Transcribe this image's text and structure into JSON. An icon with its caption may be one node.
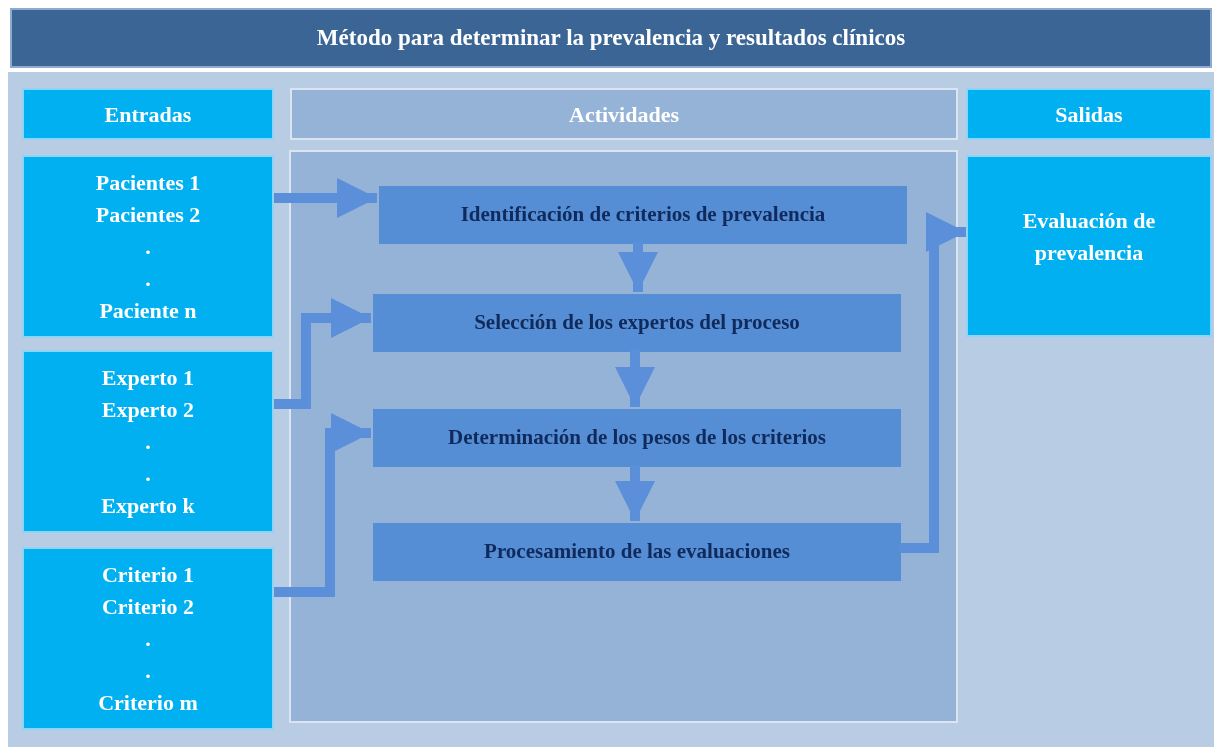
{
  "diagram": {
    "title": "Método para determinar la prevalencia y resultados clínicos",
    "nodes": [
      {
        "text": [
          "Entradas"
        ]
      },
      {
        "text": [
          "Actividades"
        ]
      },
      {
        "text": [
          "Salidas"
        ]
      },
      {
        "text": [
          "Pacientes 1",
          "Pacientes 2",
          ".",
          ".",
          "Paciente n"
        ]
      },
      {
        "text": [
          "Experto 1",
          "Experto 2",
          ".",
          ".",
          "Experto k"
        ]
      },
      {
        "text": [
          "Criterio 1",
          "Criterio 2",
          ".",
          ".",
          "Criterio m"
        ]
      },
      {
        "text": [],
        "shape": "box"
      },
      {
        "text": [
          "Identificación de criterios de prevalencia"
        ],
        "in": 6
      },
      {
        "text": [
          "Selección de los expertos del proceso"
        ],
        "in": 6
      },
      {
        "text": [
          "Determinación de los pesos de los criterios"
        ],
        "in": 6
      },
      {
        "text": [
          "Procesamiento de las evaluaciones"
        ],
        "in": 6
      },
      {
        "text": [
          "Evaluación de prevalencia"
        ]
      }
    ],
    "edges": [
      {
        "from": 3,
        "to": 7,
        "arrow": "to"
      },
      {
        "from": 4,
        "to": 8,
        "arrow": "to"
      },
      {
        "from": 5,
        "to": 9,
        "arrow": "to"
      },
      {
        "from": 7,
        "to": 8,
        "arrow": "to"
      },
      {
        "from": 8,
        "to": 9,
        "arrow": "to"
      },
      {
        "from": 9,
        "to": 10,
        "arrow": "to"
      },
      {
        "from": 10,
        "to": 11,
        "arrow": "to"
      }
    ]
  }
}
